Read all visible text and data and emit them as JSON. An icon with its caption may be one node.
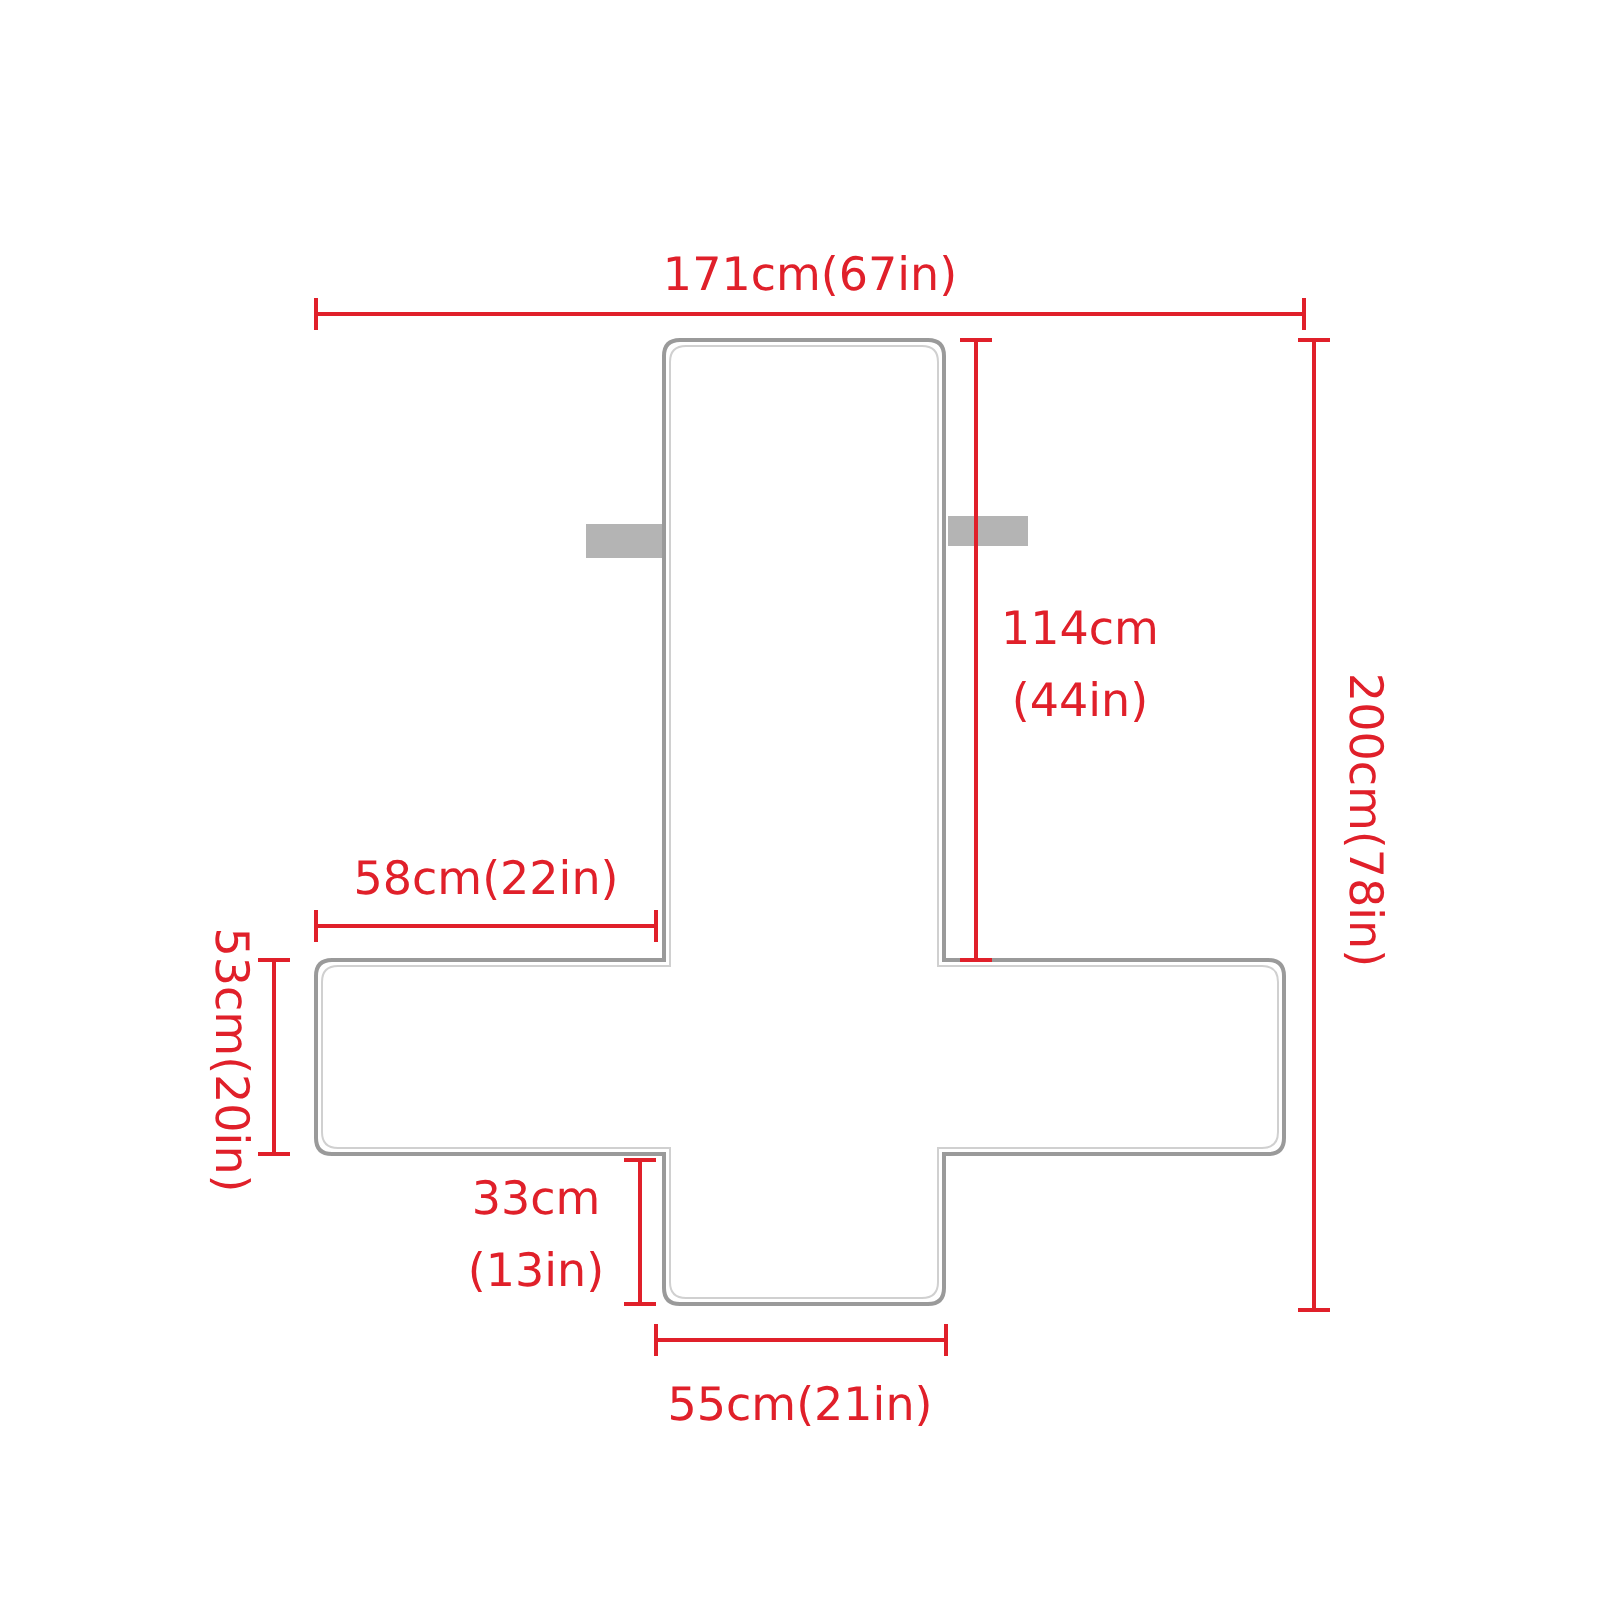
{
  "diagram": {
    "labels": [
      "171cm(67in)",
      "114cm (44in)",
      "200cm(78in)",
      "58cm(22in)",
      "53cm(20in)",
      "33cm (13in)",
      "55cm(21in)"
    ]
  }
}
